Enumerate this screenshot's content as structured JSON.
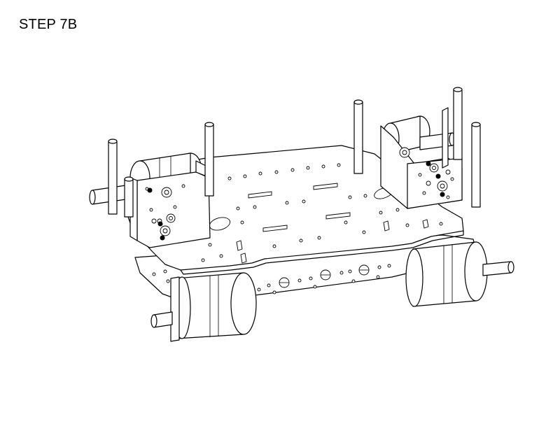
{
  "title": "STEP 7B",
  "colors": {
    "line": "#000000",
    "background": "#ffffff"
  },
  "parts": [
    "chassis-plate",
    "side-rail",
    "motor-bracket-left",
    "motor-bracket-right",
    "standoff",
    "motor",
    "motor-shaft",
    "mounting-screw"
  ]
}
